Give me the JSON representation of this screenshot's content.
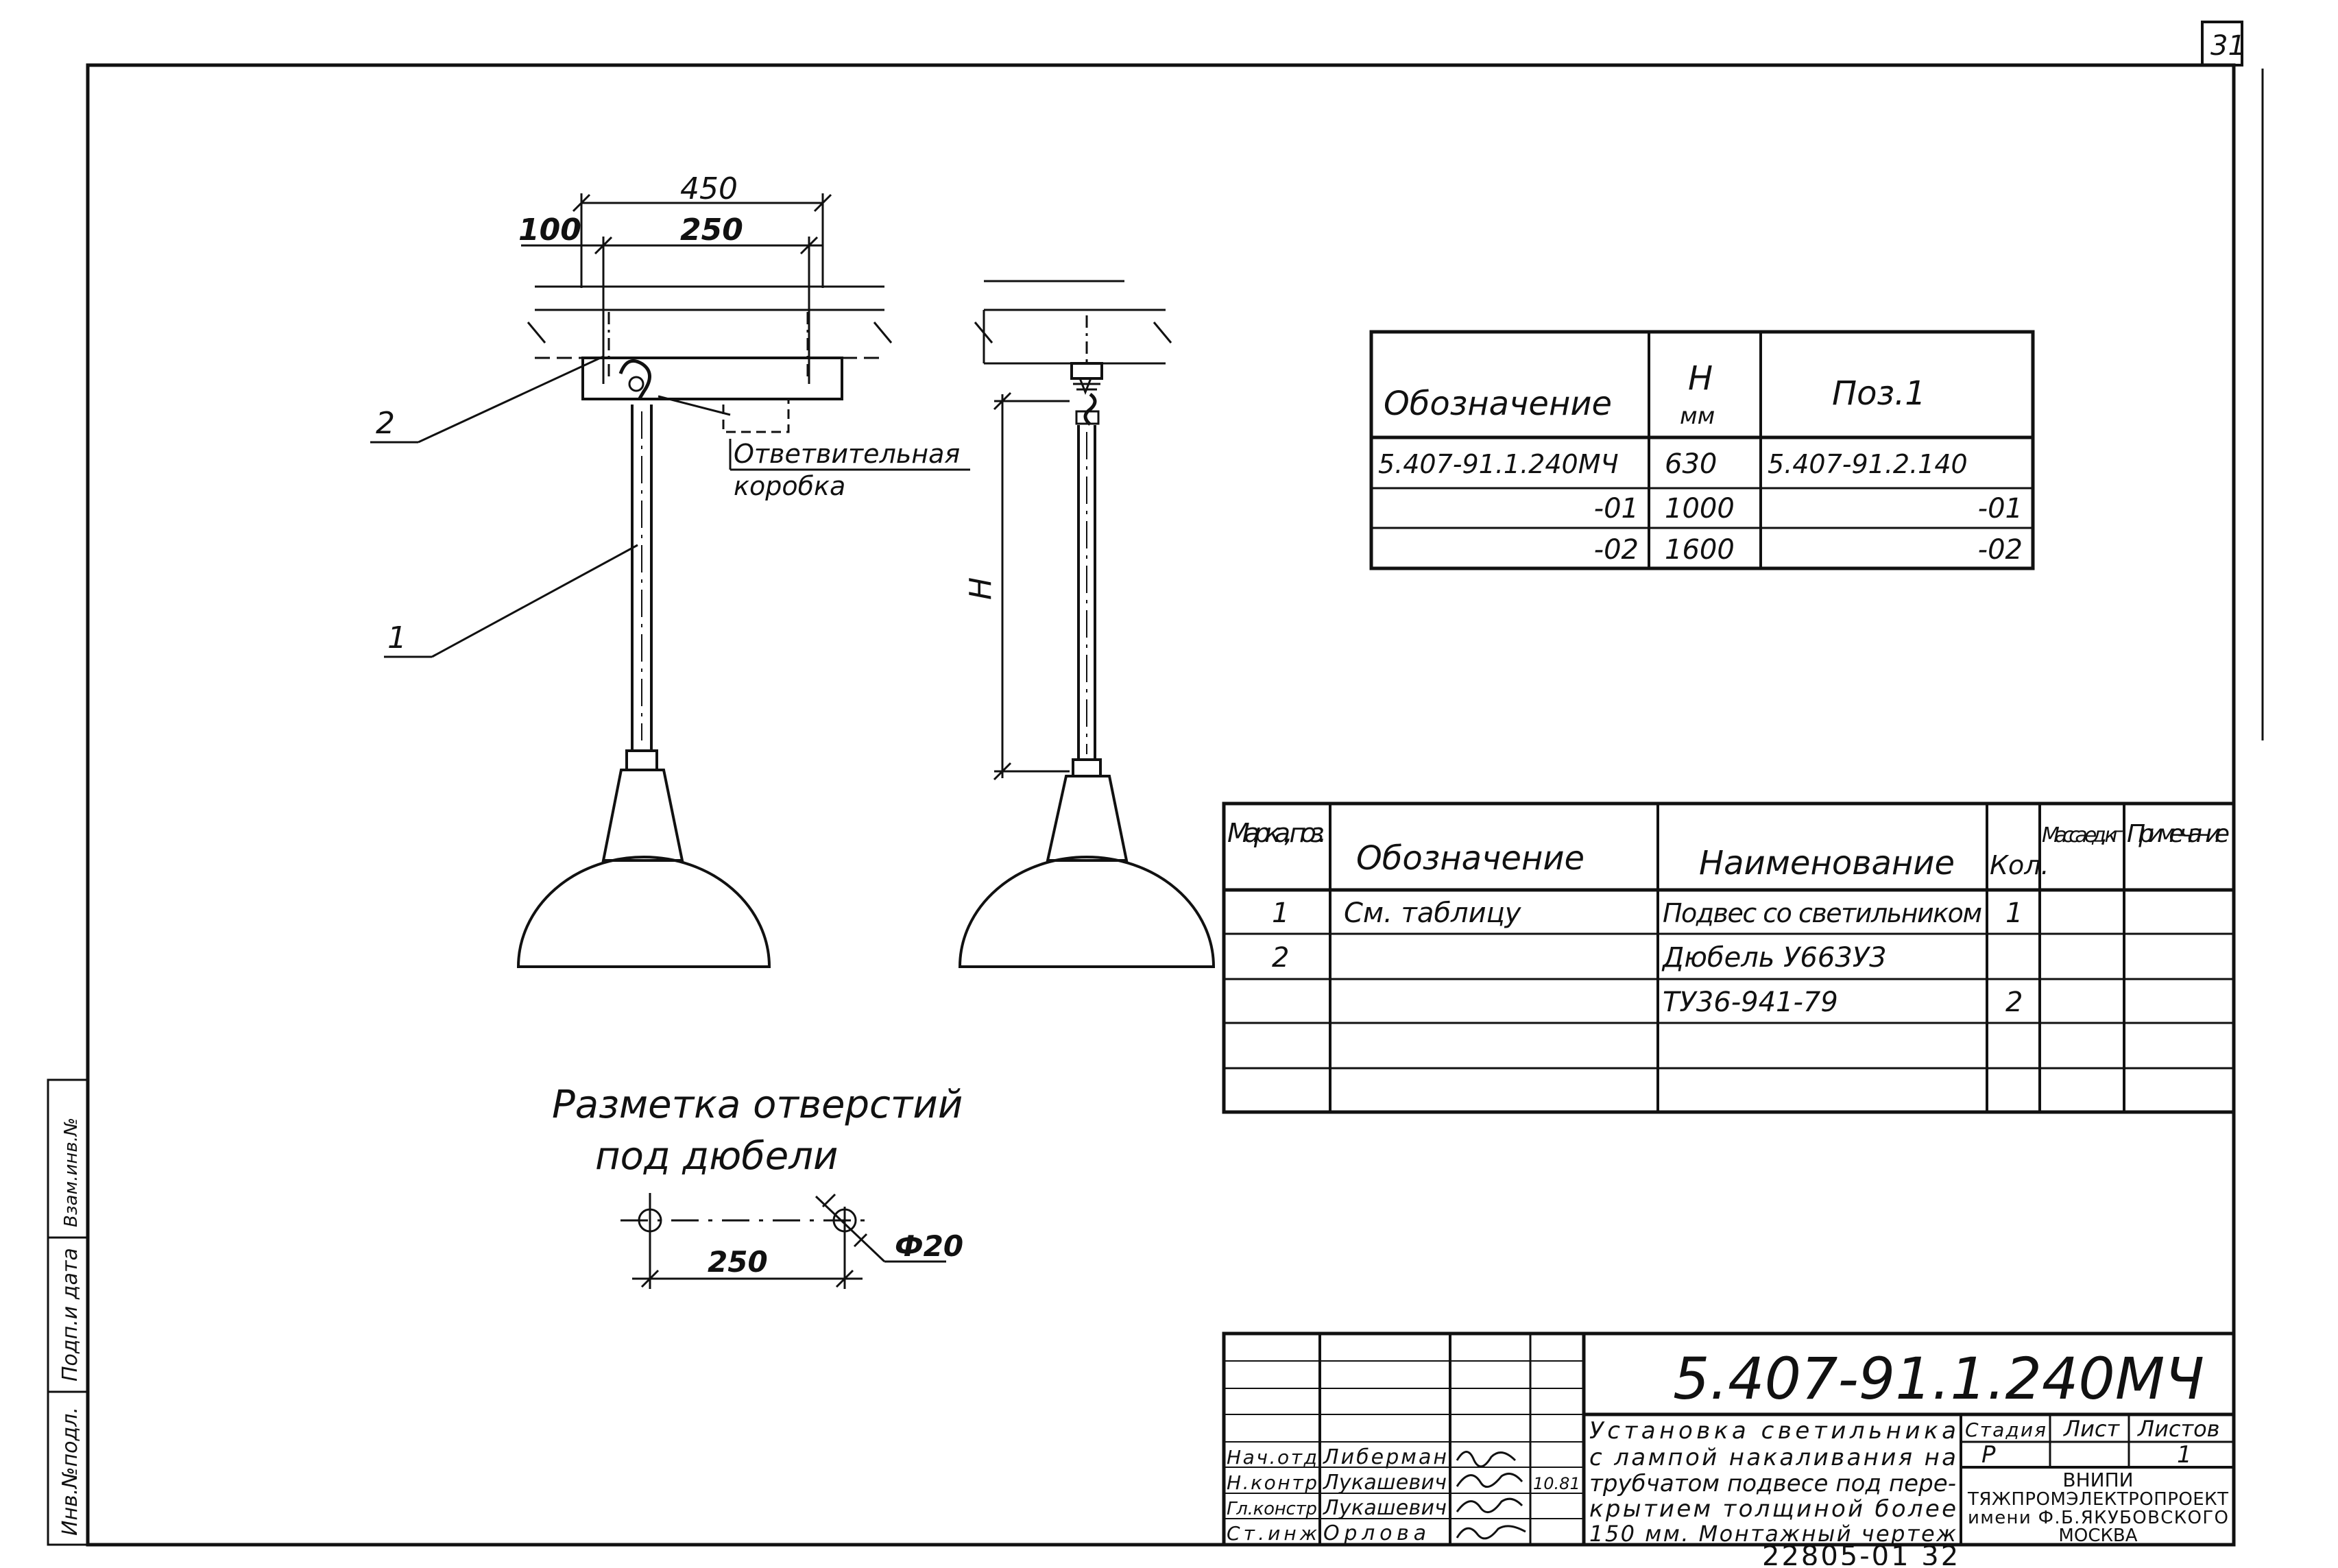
{
  "sheet_number": "31",
  "dimensions": {
    "overall_width": "450",
    "edge_offset": "100",
    "hole_spacing": "250",
    "height_symbol": "H"
  },
  "callouts": {
    "pos1": "1",
    "pos2": "2",
    "junction_box_line1": "Ответвительная",
    "junction_box_line2": "коробка"
  },
  "marking": {
    "title_line1": "Разметка отверстий",
    "title_line2": "под дюбели",
    "spacing": "250",
    "diameter": "Ф20"
  },
  "variant_table": {
    "headers": [
      "Обозначение",
      "H",
      "мм",
      "Поз.1"
    ],
    "rows": [
      [
        "5.407-91.1.240МЧ",
        "630",
        "5.407-91.2.140"
      ],
      [
        "-01",
        "1000",
        "-01"
      ],
      [
        "-02",
        "1600",
        "-02"
      ]
    ]
  },
  "spec_table": {
    "headers": [
      "Марка, поз.",
      "Обозначение",
      "Наименование",
      "Кол.",
      "Масса ед, кг",
      "Приме-чание"
    ],
    "rows": [
      [
        "1",
        "См. таблицу",
        "Подвес со светильником",
        "1",
        "",
        ""
      ],
      [
        "2",
        "",
        "Дюбель У663У3",
        "",
        "",
        ""
      ],
      [
        "",
        "",
        "ТУ36-941-79",
        "2",
        "",
        ""
      ],
      [
        "",
        "",
        "",
        "",
        "",
        ""
      ],
      [
        "",
        "",
        "",
        "",
        "",
        ""
      ]
    ]
  },
  "title_block": {
    "document_code": "5.407-91.1.240МЧ",
    "title_lines": [
      "Установка светильника",
      "с лампой накаливания на",
      "трубчатом подвесе под пере-",
      "крытием толщиной более",
      "150 мм. Монтажный чертеж"
    ],
    "stage_header": "Стадия",
    "sheet_header": "Лист",
    "sheets_header": "Листов",
    "stage": "Р",
    "sheets_total": "1",
    "org_line1": "ВНИПИ",
    "org_line2": "ТЯЖПРОМЭЛЕКТРОПРОЕКТ",
    "org_line3": "имени Ф.Б.ЯКУБОВСКОГО",
    "org_line4": "МОСКВА",
    "signatures": [
      {
        "role": "Нач.отд",
        "name": "Либерман"
      },
      {
        "role": "Н.контр",
        "name": "Лукашевич"
      },
      {
        "role": "Гл.констр",
        "name": "Лукашевич"
      },
      {
        "role": "Ст.инж",
        "name": "Орлова"
      }
    ],
    "date": "10.81"
  },
  "left_strip": [
    "Инв.№подл.",
    "Подп.и дата",
    "Взам.инв.№"
  ],
  "footer": "22805-01 32"
}
